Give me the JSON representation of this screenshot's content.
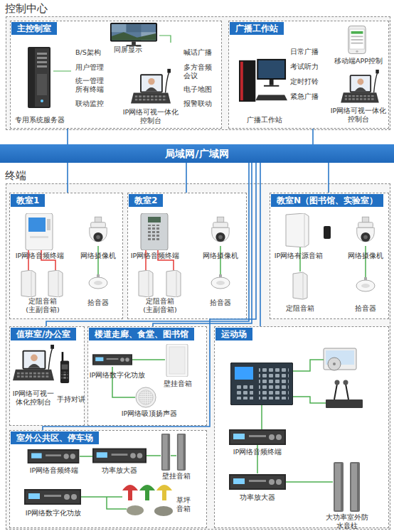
{
  "diagram": {
    "nodes": [
      {
        "text": [
          "控制中心"
        ]
      },
      {
        "text": [
          "主控制室"
        ],
        "in": 0
      },
      {
        "text": [
          "广播工作站"
        ],
        "in": 0
      },
      {
        "text": [
          "局域网/广域网"
        ]
      },
      {
        "text": [
          "终端"
        ]
      },
      {
        "text": [
          "教室1"
        ],
        "in": 4
      },
      {
        "text": [
          "教室2"
        ],
        "in": 4
      },
      {
        "text": [
          "教室N（图书馆、实验室）"
        ],
        "in": 4
      },
      {
        "text": [
          "值班室/办公室"
        ],
        "in": 4
      },
      {
        "text": [
          "楼道走廊、食堂、图书馆"
        ],
        "in": 4
      },
      {
        "text": [
          "运动场"
        ],
        "in": 4
      },
      {
        "text": [
          "室外公共区、停车场"
        ],
        "in": 4
      }
    ],
    "edges": [
      {
        "from": 3,
        "to": 1,
        "arrow": "none"
      },
      {
        "from": 3,
        "to": 2,
        "arrow": "none"
      },
      {
        "from": 3,
        "to": 5,
        "arrow": "none"
      },
      {
        "from": 3,
        "to": 6,
        "arrow": "none"
      },
      {
        "from": 3,
        "to": 7,
        "arrow": "none"
      },
      {
        "from": 3,
        "to": 8,
        "arrow": "none"
      },
      {
        "from": 3,
        "to": 9,
        "arrow": "none"
      },
      {
        "from": 3,
        "to": 10,
        "arrow": "none"
      },
      {
        "from": 3,
        "to": 11,
        "arrow": "none"
      }
    ],
    "labels": [
      "同屏显示",
      "B/S架构",
      "用户管理",
      "统一管理 所有终端",
      "联动监控",
      "喊话广播",
      "多方音频 会议",
      "电子地图",
      "报警联动",
      "专用系统服务器",
      "IP网络可视一体化 控制台",
      "日常广播",
      "考试听力",
      "定时打铃",
      "紧急广播",
      "移动端APP控制",
      "广播工作站",
      "IP网络可视一体化 控制台",
      "IP网络音频终端",
      "网络摄像机",
      "定阻音箱 (主副音箱)",
      "拾音器",
      "IP网络音频终端",
      "网络摄像机",
      "定阻音箱 (主副音箱)",
      "拾音器",
      "IP网络有源音箱",
      "网络摄像机",
      "定阻音箱",
      "拾音器",
      "IP网络可视一体化控制台",
      "手持对讲",
      "IP网络数字化功放",
      "壁挂音箱",
      "IP网络吸顶扬声器",
      "IP网络音频终端",
      "功率放大器",
      "大功率室外防水音柱",
      "IP网络音频终端",
      "功率放大器",
      "壁挂音箱",
      "IP网络数字化功放",
      "草坪音箱"
    ]
  }
}
